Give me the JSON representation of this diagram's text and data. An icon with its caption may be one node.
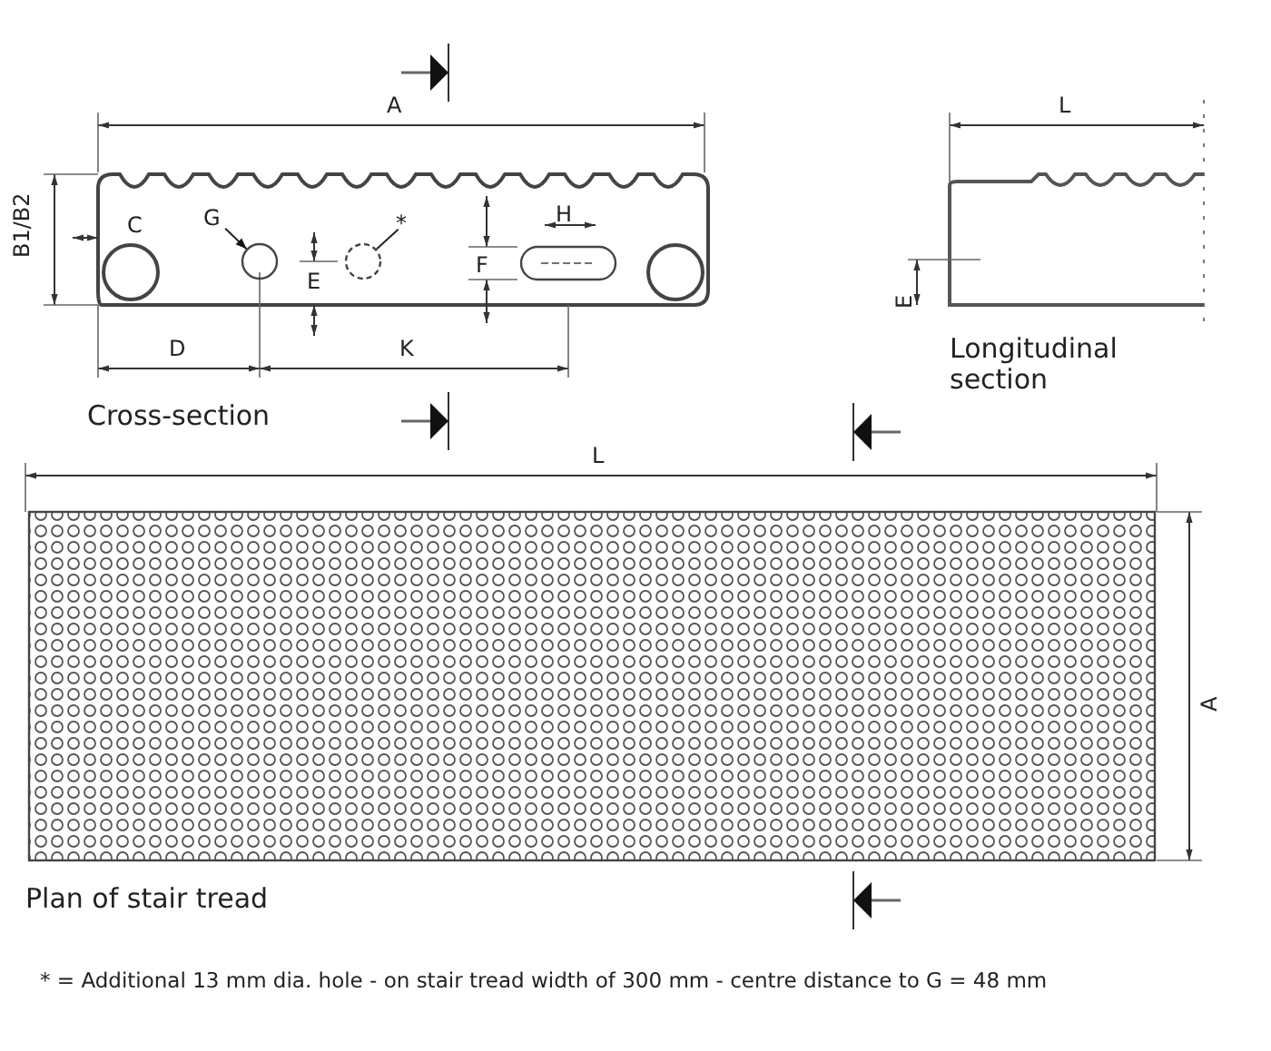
{
  "diagram": {
    "nodes": [
      {
        "text": [
          "G"
        ]
      },
      {
        "text": [],
        "shape": "circle"
      },
      {
        "text": [
          "*"
        ]
      },
      {
        "text": [],
        "shape": "circle"
      }
    ],
    "edges": [
      {
        "from": 0,
        "to": 1,
        "arrow": "to"
      },
      {
        "from": 2,
        "to": 3,
        "arrow": "none"
      }
    ],
    "labels": [
      "A",
      "L",
      "B1/B2",
      "C",
      "H",
      "F",
      "E",
      "E",
      "D",
      "K",
      "Longitudinal section",
      "Cross-section",
      "L",
      "A",
      "Plan of stair tread",
      "* = Additional 13 mm dia. hole - on stair tread width of 300 mm - centre distance to G = 48 mm"
    ]
  }
}
